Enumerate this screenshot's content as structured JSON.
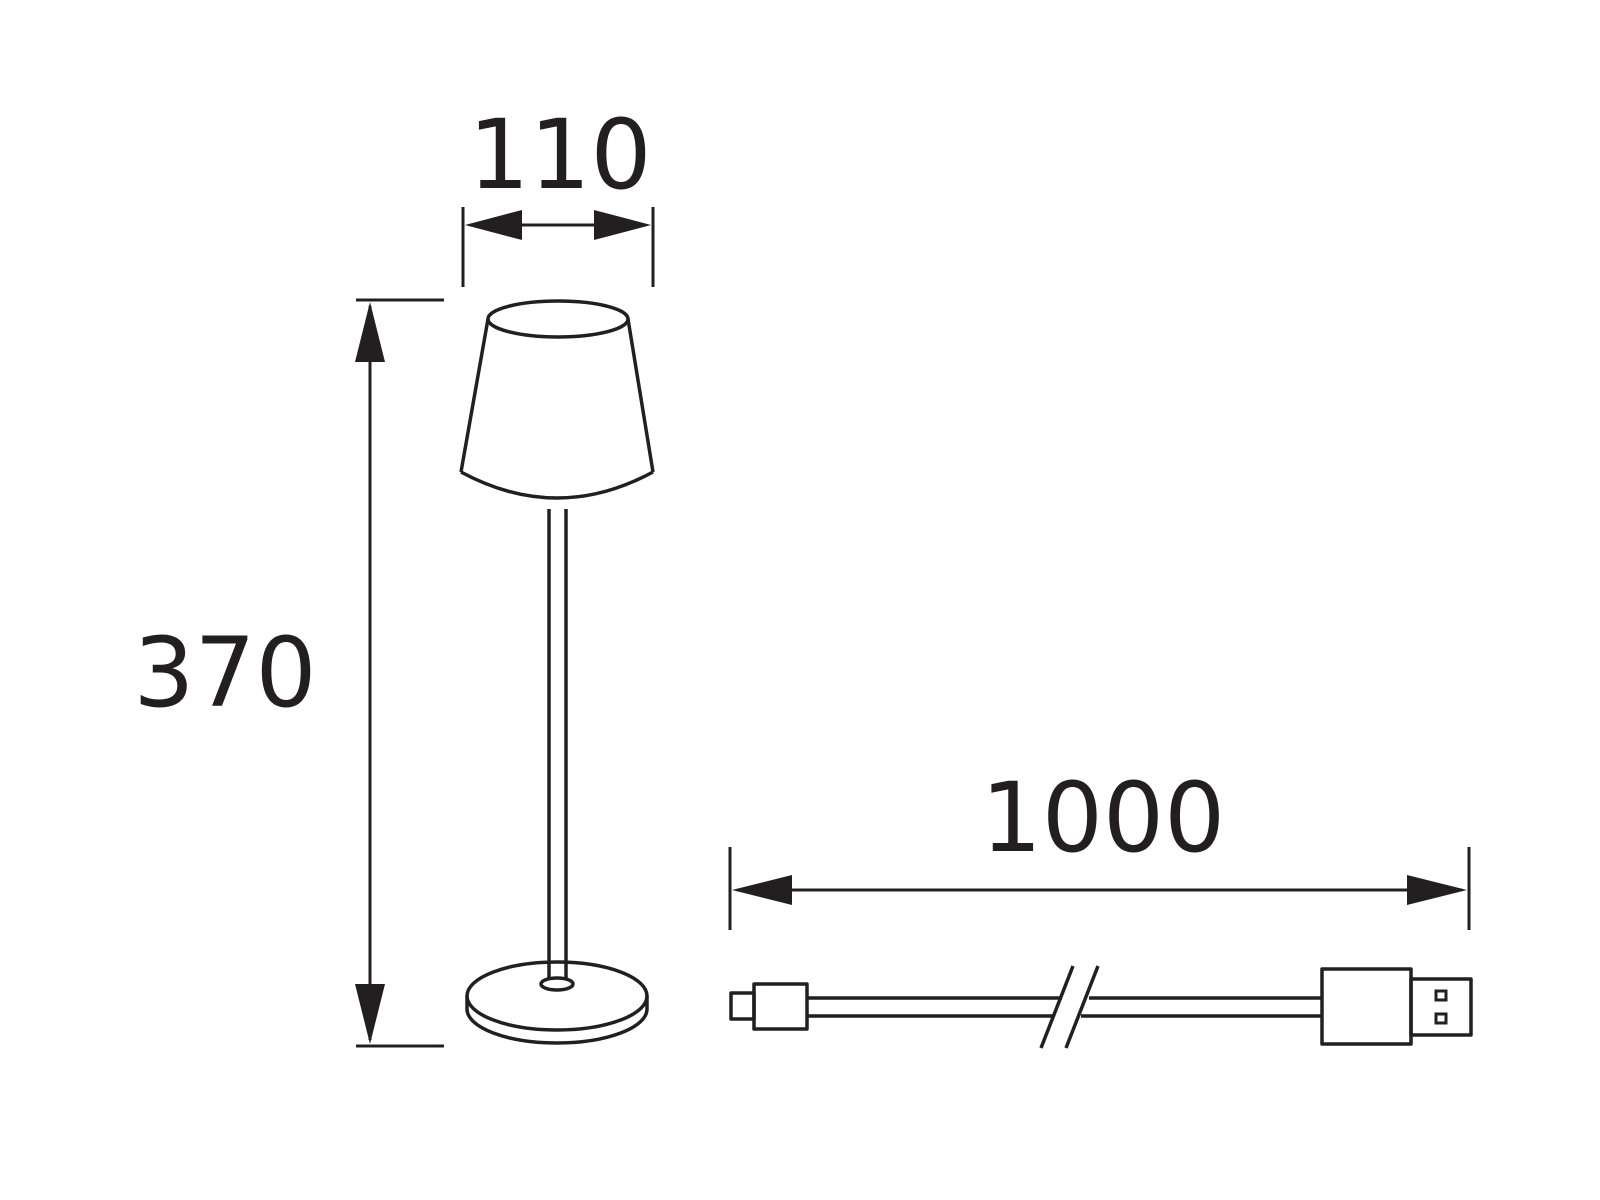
{
  "dimensions": {
    "width_label": "110",
    "height_label": "370",
    "cable_length_label": "1000"
  },
  "colors": {
    "line": "#231f20",
    "background": "#ffffff"
  }
}
